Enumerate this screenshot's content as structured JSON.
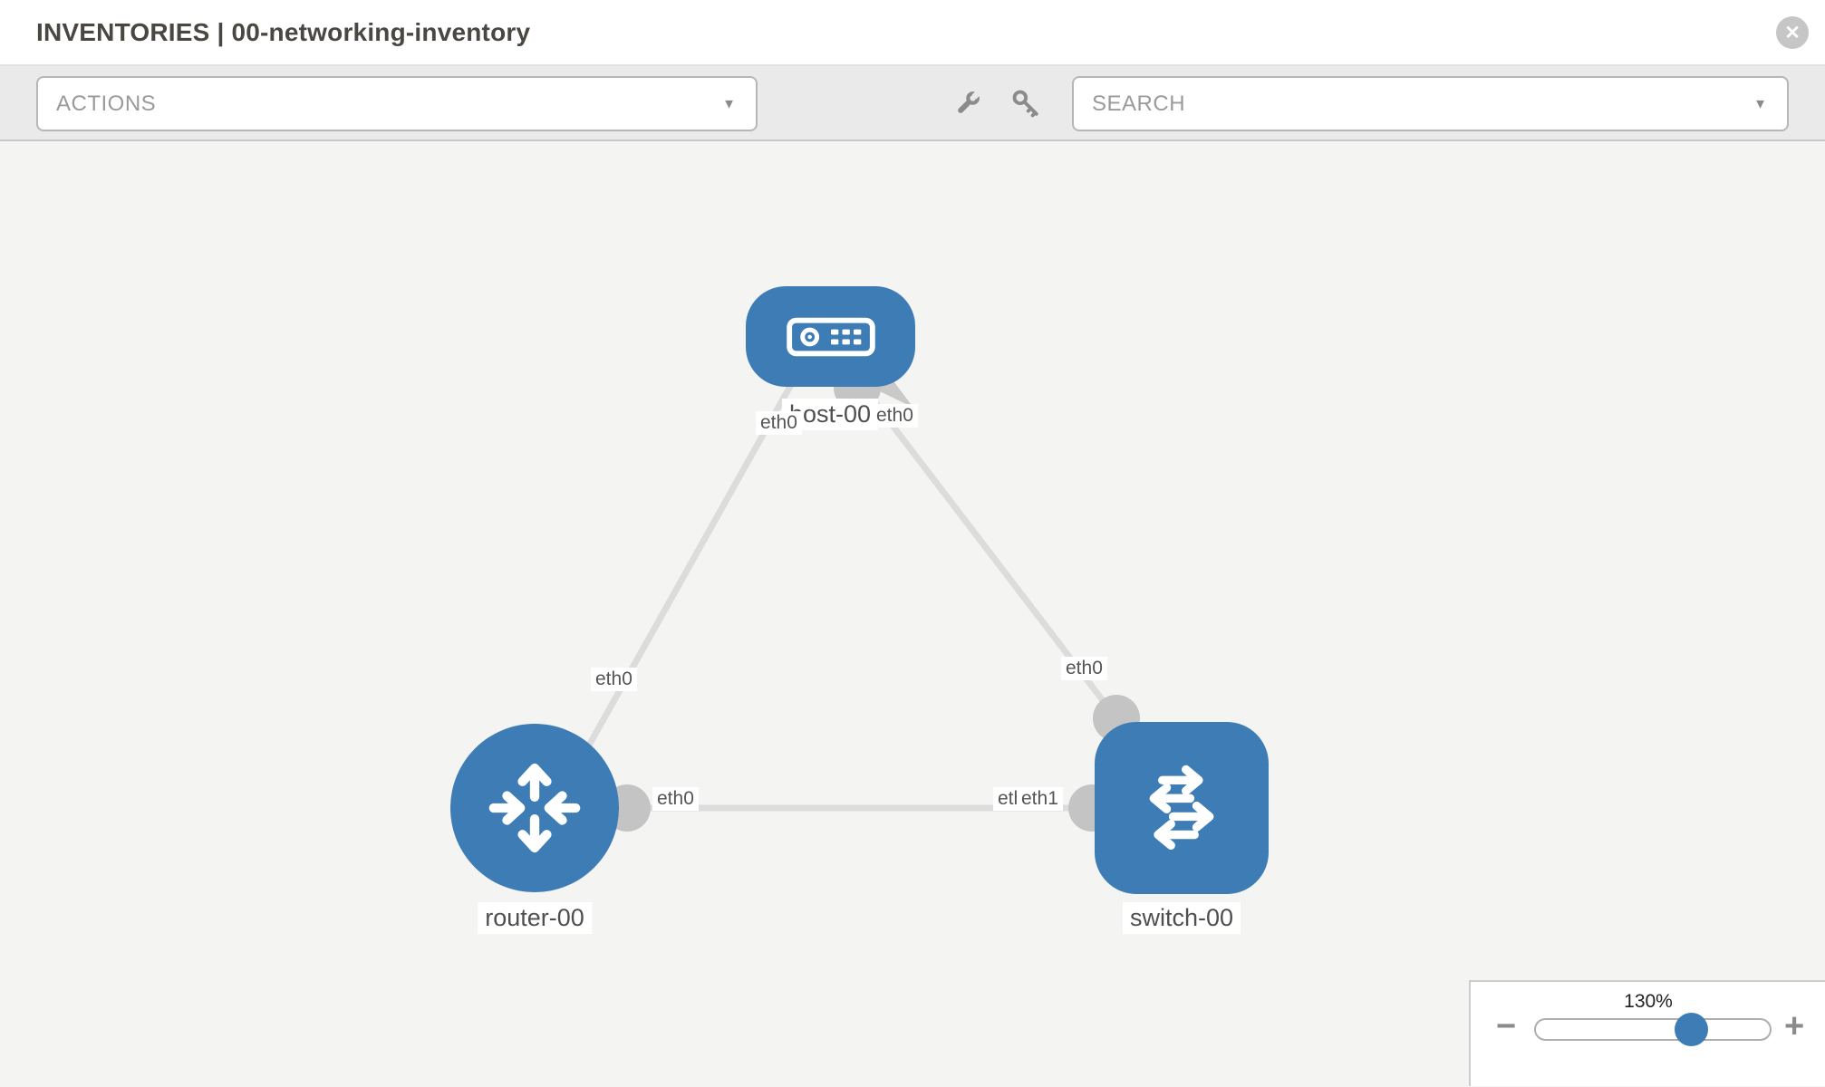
{
  "header": {
    "title": "INVENTORIES | 00-networking-inventory",
    "close_glyph": "✕"
  },
  "toolbar": {
    "actions_placeholder": "ACTIONS",
    "search_placeholder": "SEARCH",
    "chevron_glyph": "▼",
    "icons": [
      "wrench",
      "key"
    ]
  },
  "canvas": {
    "nodes": [
      {
        "label": "host-00",
        "type": "host",
        "shape": "rounded-rect"
      },
      {
        "label": "router-00",
        "type": "router",
        "shape": "circle"
      },
      {
        "label": "switch-00",
        "type": "switch",
        "shape": "rounded-square"
      }
    ],
    "interfaces": {
      "host_to_router": "eth0",
      "host_to_switch": "eth0",
      "router_to_host": "eth0",
      "switch_to_host": "eth0",
      "router_to_switch": "eth0",
      "switch_to_router_covered": "eth0",
      "switch_to_router": "eth1"
    },
    "links": [
      {
        "source": "host-00",
        "source_iface": "eth0",
        "target": "router-00",
        "target_iface": "eth0"
      },
      {
        "source": "host-00",
        "source_iface": "eth0",
        "target": "switch-00",
        "target_iface": "eth0"
      },
      {
        "source": "router-00",
        "source_iface": "eth0",
        "target": "switch-00",
        "target_iface": "eth1"
      }
    ]
  },
  "zoom_control": {
    "level": "130%",
    "minus_glyph": "−",
    "plus_glyph": "+"
  },
  "colors": {
    "node_blue": "#3d7cb5",
    "link_gray": "#dcdcdc",
    "interface_circle_gray": "#c4c4c4",
    "toolbar_bg": "#eaeaea",
    "canvas_bg": "#f4f4f3"
  }
}
